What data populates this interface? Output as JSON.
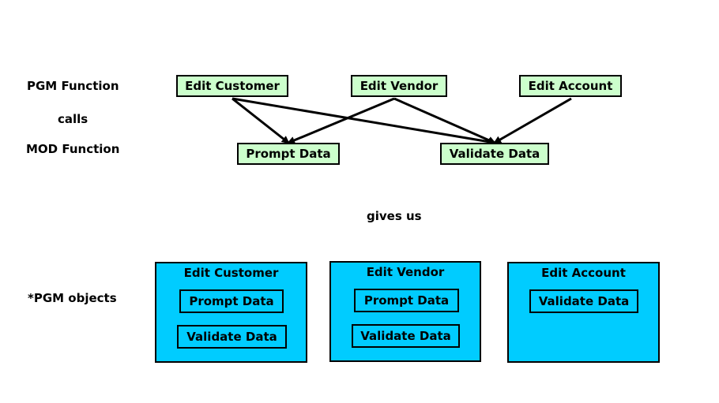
{
  "labels": {
    "pgm_function": "PGM Function",
    "calls": "calls",
    "mod_function": "MOD Function",
    "gives_us": "gives us",
    "pgm_objects": "*PGM objects"
  },
  "pgm_functions": [
    "Edit Customer",
    "Edit Vendor",
    "Edit Account"
  ],
  "mod_functions": [
    "Prompt Data",
    "Validate Data"
  ],
  "calls": [
    {
      "from": "Edit Customer",
      "to": "Prompt Data"
    },
    {
      "from": "Edit Customer",
      "to": "Validate Data"
    },
    {
      "from": "Edit Vendor",
      "to": "Prompt Data"
    },
    {
      "from": "Edit Vendor",
      "to": "Validate Data"
    },
    {
      "from": "Edit Account",
      "to": "Validate Data"
    }
  ],
  "pgm_objects": [
    {
      "title": "Edit Customer",
      "contents": [
        "Prompt Data",
        "Validate Data"
      ]
    },
    {
      "title": "Edit Vendor",
      "contents": [
        "Prompt Data",
        "Validate Data"
      ]
    },
    {
      "title": "Edit Account",
      "contents": [
        "Validate Data"
      ]
    }
  ],
  "colors": {
    "function_box": "#ccffcc",
    "object_box": "#00ccff",
    "line": "#000000"
  }
}
